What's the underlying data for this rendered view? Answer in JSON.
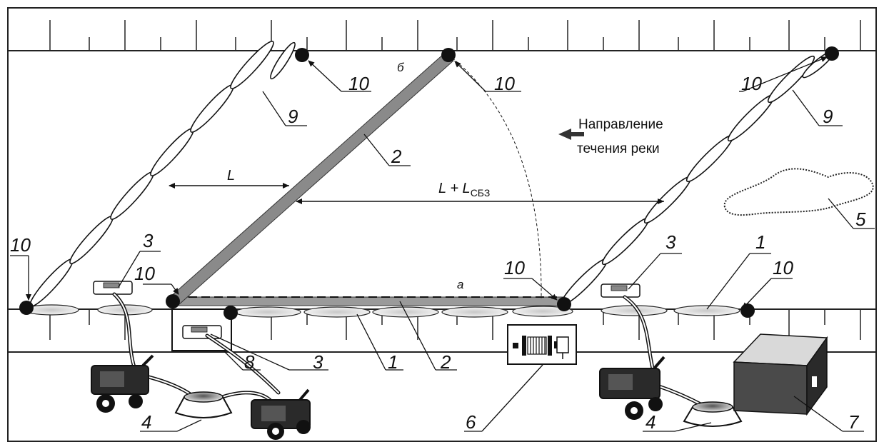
{
  "labels": {
    "n1a": "1",
    "n1b": "1",
    "n2a": "2",
    "n2b": "2",
    "n3a": "3",
    "n3b": "3",
    "n3c": "3",
    "n4a": "4",
    "n4b": "4",
    "n5": "5",
    "n6": "6",
    "n7": "7",
    "n8": "8",
    "n9a": "9",
    "n9b": "9",
    "n10a": "10",
    "n10b": "10",
    "n10c": "10",
    "n10d": "10",
    "n10e": "10",
    "n10f": "10",
    "n10g": "10",
    "point_a": "а",
    "point_b": "б",
    "dim_L": "L",
    "dim_LL": "L + L",
    "dim_LL_sub": "СБЗ",
    "flow_line1": "Направление",
    "flow_line2": "течения реки"
  },
  "colors": {
    "boom": "#8a8a8a",
    "ink": "#111111",
    "bank": "#ffffff"
  }
}
